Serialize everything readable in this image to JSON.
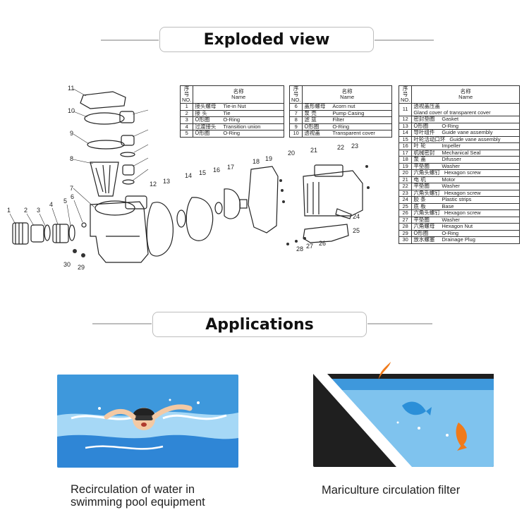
{
  "sections": {
    "exploded_title": "Exploded view",
    "applications_title": "Applications"
  },
  "parts_table_headers": {
    "no_cn": "序号",
    "no_en": "NO.",
    "name_cn": "名称",
    "name_en": "Name"
  },
  "parts_table_1": [
    {
      "no": "1",
      "cn": "接头螺母",
      "en": "Tie-in Nut"
    },
    {
      "no": "2",
      "cn": "接 头",
      "en": "Tie"
    },
    {
      "no": "3",
      "cn": "O形圈",
      "en": "O-Ring"
    },
    {
      "no": "4",
      "cn": "过渡接头",
      "en": "Transition union"
    },
    {
      "no": "5",
      "cn": "O形圈",
      "en": "O-Ring"
    }
  ],
  "parts_table_2": [
    {
      "no": "6",
      "cn": "盖形螺母",
      "en": "Acorn nut"
    },
    {
      "no": "7",
      "cn": "泵 壳",
      "en": "Pump Casing"
    },
    {
      "no": "8",
      "cn": "滤 篮",
      "en": "Filter"
    },
    {
      "no": "9",
      "cn": "O形圈",
      "en": "O-Ring"
    },
    {
      "no": "10",
      "cn": "透视盖",
      "en": "Transparent cover"
    }
  ],
  "parts_table_3": [
    {
      "no": "11",
      "cn": "透视盖压盖",
      "en": "Gland cover of transparent cover",
      "stack": true
    },
    {
      "no": "12",
      "cn": "密封垫圈",
      "en": "Gasket"
    },
    {
      "no": "13",
      "cn": "O形圈",
      "en": "O-Ring"
    },
    {
      "no": "14",
      "cn": "导叶组件",
      "en": "Guide vane assembly"
    },
    {
      "no": "15",
      "cn": "叶轮活动口环",
      "en": "Guide vane assembly"
    },
    {
      "no": "16",
      "cn": "叶 轮",
      "en": "Impeller"
    },
    {
      "no": "17",
      "cn": "机械密封",
      "en": "Mechanical Seal"
    },
    {
      "no": "18",
      "cn": "泵 盖",
      "en": "Difusser"
    },
    {
      "no": "19",
      "cn": "平垫圈",
      "en": "Washer"
    },
    {
      "no": "20",
      "cn": "六角头螺钉",
      "en": "Hexagon screw"
    },
    {
      "no": "21",
      "cn": "电 机",
      "en": "Motor"
    },
    {
      "no": "22",
      "cn": "平垫圈",
      "en": "Washer"
    },
    {
      "no": "23",
      "cn": "六角头螺钉",
      "en": "Hexagon screw"
    },
    {
      "no": "24",
      "cn": "胶 条",
      "en": "Plastic strips"
    },
    {
      "no": "25",
      "cn": "底 板",
      "en": "Base"
    },
    {
      "no": "26",
      "cn": "六角头螺钉",
      "en": "Hexagon screw"
    },
    {
      "no": "27",
      "cn": "平垫圈",
      "en": "Washer"
    },
    {
      "no": "28",
      "cn": "六角螺母",
      "en": "Hexagon Nut"
    },
    {
      "no": "29",
      "cn": "O形圈",
      "en": "O-Ring"
    },
    {
      "no": "30",
      "cn": "放水螺塞",
      "en": "Drainage Plug"
    }
  ],
  "callouts": [
    "1",
    "2",
    "3",
    "4",
    "5",
    "6",
    "7",
    "8",
    "9",
    "10",
    "11",
    "12",
    "13",
    "14",
    "15",
    "16",
    "17",
    "18",
    "19",
    "20",
    "21",
    "22",
    "23",
    "24",
    "25",
    "26",
    "27",
    "28",
    "29",
    "30"
  ],
  "applications": [
    {
      "caption_line1": "Recirculation of water in",
      "caption_line2": "swimming pool equipment"
    },
    {
      "caption_line1": "Mariculture circulation filter",
      "caption_line2": ""
    }
  ],
  "colors": {
    "pool_blue": "#2f86d6",
    "pool_light": "#a9d6f5",
    "fish_orange": "#f07a1a",
    "fish_blue": "#2b8fd8"
  }
}
